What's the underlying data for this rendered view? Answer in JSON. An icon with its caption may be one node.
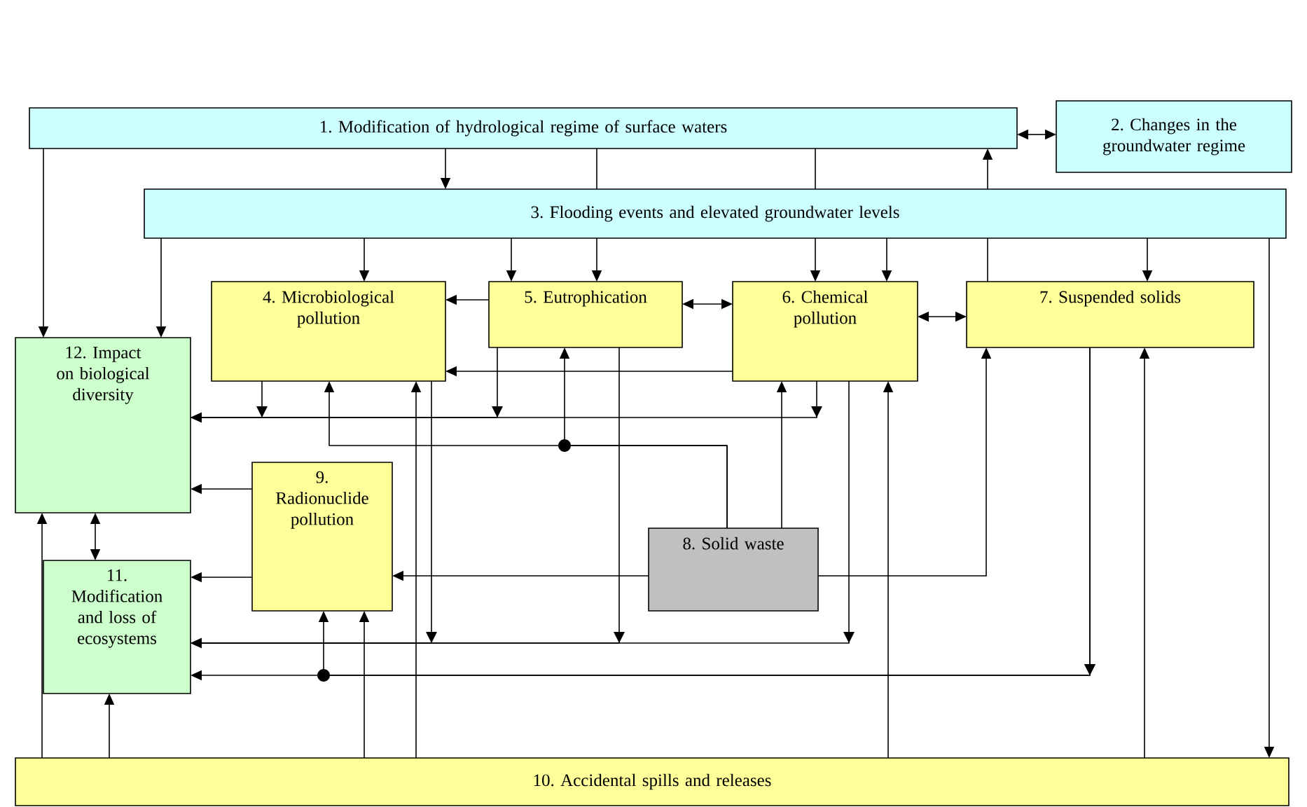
{
  "diagram": {
    "nodes": [
      {
        "text": [
          "1. Modification of hydrological regime of surface waters"
        ]
      },
      {
        "text": [
          "2. Changes in the groundwater regime"
        ]
      },
      {
        "text": [
          "3. Flooding events and elevated groundwater levels"
        ]
      },
      {
        "text": [
          "4. Microbiological pollution"
        ]
      },
      {
        "text": [
          "5. Eutrophication"
        ]
      },
      {
        "text": [
          "6. Chemical pollution"
        ]
      },
      {
        "text": [
          "7. Suspended solids"
        ]
      },
      {
        "text": [
          "8. Solid waste"
        ]
      },
      {
        "text": [
          "9. Radionuclide pollution"
        ]
      },
      {
        "text": [
          "10. Accidental spills and releases"
        ]
      },
      {
        "text": [
          "11. Modification and loss of ecosystems"
        ]
      },
      {
        "text": [
          "12. Impact on biological diversity"
        ]
      }
    ],
    "edges": [
      {
        "from": 0,
        "to": 11,
        "arrow": "to"
      },
      {
        "from": 0,
        "to": 2,
        "arrow": "to"
      },
      {
        "from": 0,
        "to": 2,
        "arrow": "none"
      },
      {
        "from": 0,
        "to": 2,
        "arrow": "none"
      },
      {
        "from": 6,
        "to": 2,
        "arrow": "none"
      },
      {
        "from": 0,
        "to": 1,
        "arrow": "both"
      },
      {
        "from": 2,
        "to": 11,
        "arrow": "to"
      },
      {
        "from": 2,
        "to": 3,
        "arrow": "to"
      },
      {
        "from": 2,
        "to": 4,
        "arrow": "to"
      },
      {
        "from": 2,
        "to": 5,
        "arrow": "to"
      },
      {
        "from": 2,
        "to": 6,
        "arrow": "to"
      },
      {
        "from": 2,
        "to": 9,
        "arrow": "to"
      },
      {
        "from": 4,
        "to": 3,
        "arrow": "to"
      },
      {
        "from": 4,
        "to": 5,
        "arrow": "both"
      },
      {
        "from": 5,
        "to": 6,
        "arrow": "both"
      },
      {
        "from": 5,
        "to": 3,
        "arrow": "to"
      },
      {
        "from": 3,
        "to": 11,
        "arrow": "to"
      },
      {
        "from": 4,
        "to": 11,
        "arrow": "to"
      },
      {
        "from": 5,
        "to": 11,
        "arrow": "to"
      },
      {
        "from": 7,
        "to": 3,
        "arrow": "to"
      },
      {
        "from": 7,
        "to": 4,
        "arrow": "to"
      },
      {
        "from": 7,
        "to": 5,
        "arrow": "to"
      },
      {
        "from": 7,
        "to": 8,
        "arrow": "to"
      },
      {
        "from": 7,
        "to": 6,
        "arrow": "to"
      },
      {
        "from": 8,
        "to": 11,
        "arrow": "to"
      },
      {
        "from": 8,
        "to": 10,
        "arrow": "to"
      },
      {
        "from": 11,
        "to": 10,
        "arrow": "both"
      },
      {
        "from": 9,
        "to": 11,
        "arrow": "to"
      },
      {
        "from": 9,
        "to": 10,
        "arrow": "to"
      },
      {
        "from": 9,
        "to": 8,
        "arrow": "to"
      },
      {
        "from": 9,
        "to": 3,
        "arrow": "to"
      },
      {
        "from": 3,
        "to": 10,
        "arrow": "to"
      },
      {
        "from": 4,
        "to": 10,
        "arrow": "to"
      },
      {
        "from": 5,
        "to": 10,
        "arrow": "to"
      },
      {
        "from": 6,
        "to": 10,
        "arrow": "to"
      },
      {
        "from": 6,
        "to": 8,
        "arrow": "to"
      },
      {
        "from": 9,
        "to": 5,
        "arrow": "to"
      },
      {
        "from": 9,
        "to": 6,
        "arrow": "to"
      },
      {
        "from": 2,
        "to": 4,
        "arrow": "to"
      },
      {
        "from": 2,
        "to": 5,
        "arrow": "to"
      },
      {
        "from": 2,
        "to": 0,
        "arrow": "to"
      }
    ]
  }
}
